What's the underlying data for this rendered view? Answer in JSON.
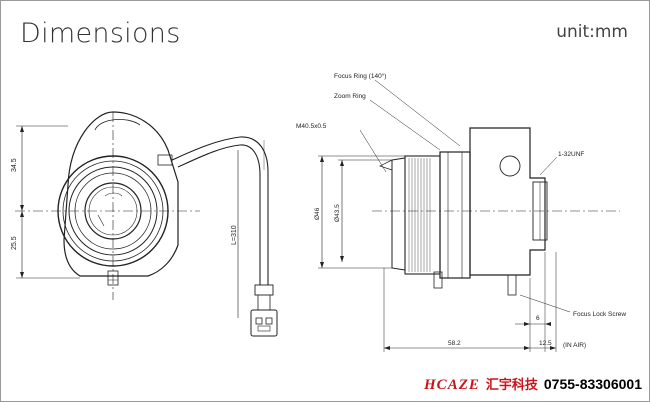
{
  "header": {
    "title": "Dimensions",
    "unit": "unit:mm"
  },
  "front_view": {
    "dim_top": "34.5",
    "dim_bottom": "25.5",
    "cable_length": "L=310"
  },
  "side_view": {
    "focus_ring": "Focus Ring (140°)",
    "zoom_ring": "Zoom Ring",
    "filter_thread": "M40.5x0.5",
    "mount": "1-32UNF",
    "dia_outer": "Ø46",
    "dia_inner": "Ø43.5",
    "focus_lock": "Focus Lock Screw",
    "dim_flange": "6",
    "dim_length": "58.2",
    "dim_back_focus": "12.5",
    "in_air": "(IN AIR)"
  },
  "footer": {
    "brand": "HCAZE",
    "name_cn": "汇宇科技",
    "phone": "0755-83306001"
  }
}
